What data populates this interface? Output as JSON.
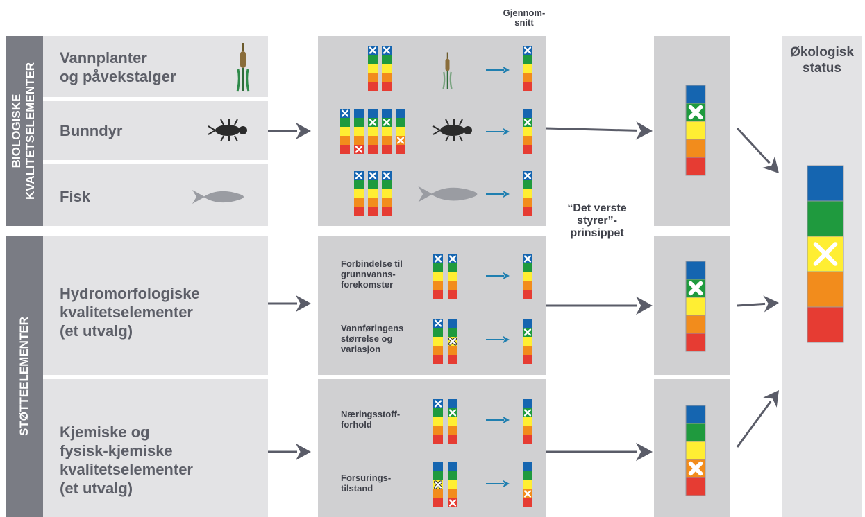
{
  "colors": {
    "blue": "#1565b0",
    "green": "#1f9a3e",
    "yellow": "#ffee33",
    "orange": "#f28c1c",
    "red": "#e63c33",
    "arrow_gray": "#5a5c68",
    "arrow_teal": "#1f7fb0",
    "sidebar": "#7a7c84"
  },
  "sidebar": {
    "biological": [
      "BIOLOGISKE",
      "KVALITETSELEMENTER"
    ],
    "support": "STØTTEELEMENTER"
  },
  "elements": {
    "plants": [
      "Vannplanter",
      "og påvekstalger"
    ],
    "bunndyr": "Bunndyr",
    "fisk": "Fisk",
    "hydro": [
      "Hydromorfologiske",
      "kvalitetselementer",
      "(et utvalg)"
    ],
    "kjemi": [
      "Kjemiske og",
      "fysisk-kjemiske",
      "kvalitetselementer",
      "(et utvalg)"
    ]
  },
  "sub_labels": {
    "forbindelse": [
      "Forbindelse til",
      "grunnvanns-",
      "forekomster"
    ],
    "vannforing": [
      "Vannføringens",
      "størrelse og",
      "variasjon"
    ],
    "naering": [
      "Næringsstoff-",
      "forhold"
    ],
    "forsuring": [
      "Forsurings-",
      "tilstand"
    ]
  },
  "labels": {
    "average": [
      "Gjennom-",
      "snitt"
    ],
    "worst_rule": [
      "“Det verste",
      "styrer”-",
      "prinsippet"
    ],
    "status": [
      "Økologisk",
      "status"
    ]
  },
  "icons": [
    "cattail-icon",
    "insect-larva-icon",
    "fish-icon",
    "x-mark-icon",
    "arrow-icon"
  ]
}
